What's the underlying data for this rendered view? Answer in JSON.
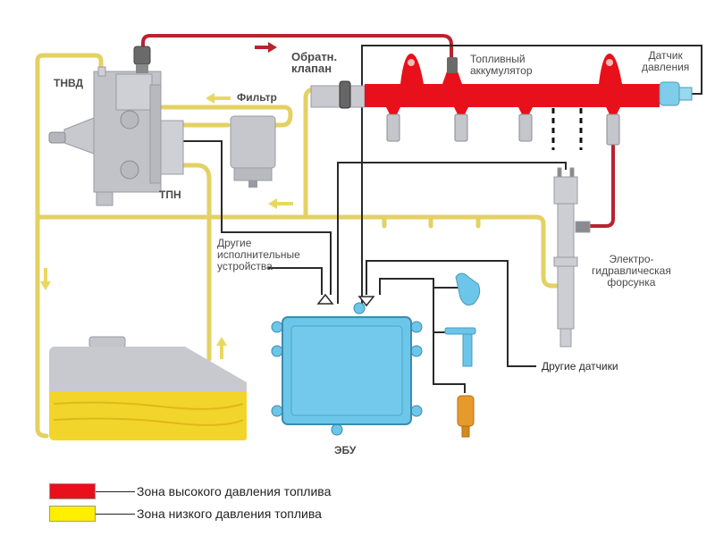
{
  "title": "Common Rail fuel system diagram",
  "labels": {
    "tnvd": "ТНВД",
    "tpn": "ТПН",
    "filter": "Фильтр",
    "check_valve_line1": "Обратн.",
    "check_valve_line2": "клапан",
    "accumulator_line1": "Топливный",
    "accumulator_line2": "аккумулятор",
    "pressure_sensor_line1": "Датчик",
    "pressure_sensor_line2": "давления",
    "other_actuators_line1": "Другие",
    "other_actuators_line2": "исполнительные",
    "other_actuators_line3": "устройства",
    "injector_line1": "Электро-",
    "injector_line2": "гидравлическая",
    "injector_line3": "форсунка",
    "other_sensors": "Другие датчики",
    "ecu": "ЭБУ"
  },
  "legend": [
    {
      "label": "Зона высокого давления топлива",
      "color": "#e8101a"
    },
    {
      "label": "Зона низкого давления топлива",
      "color": "#ffee00"
    }
  ],
  "colors": {
    "high_pressure": "#e8101a",
    "high_pressure_line": "#b8232e",
    "low_pressure": "#e6d35a",
    "wire": "#2a2a2a",
    "component_gray": "#c9cad0",
    "ecu_blue": "#6cc6ea",
    "sensor_orange": "#e79a2c"
  }
}
